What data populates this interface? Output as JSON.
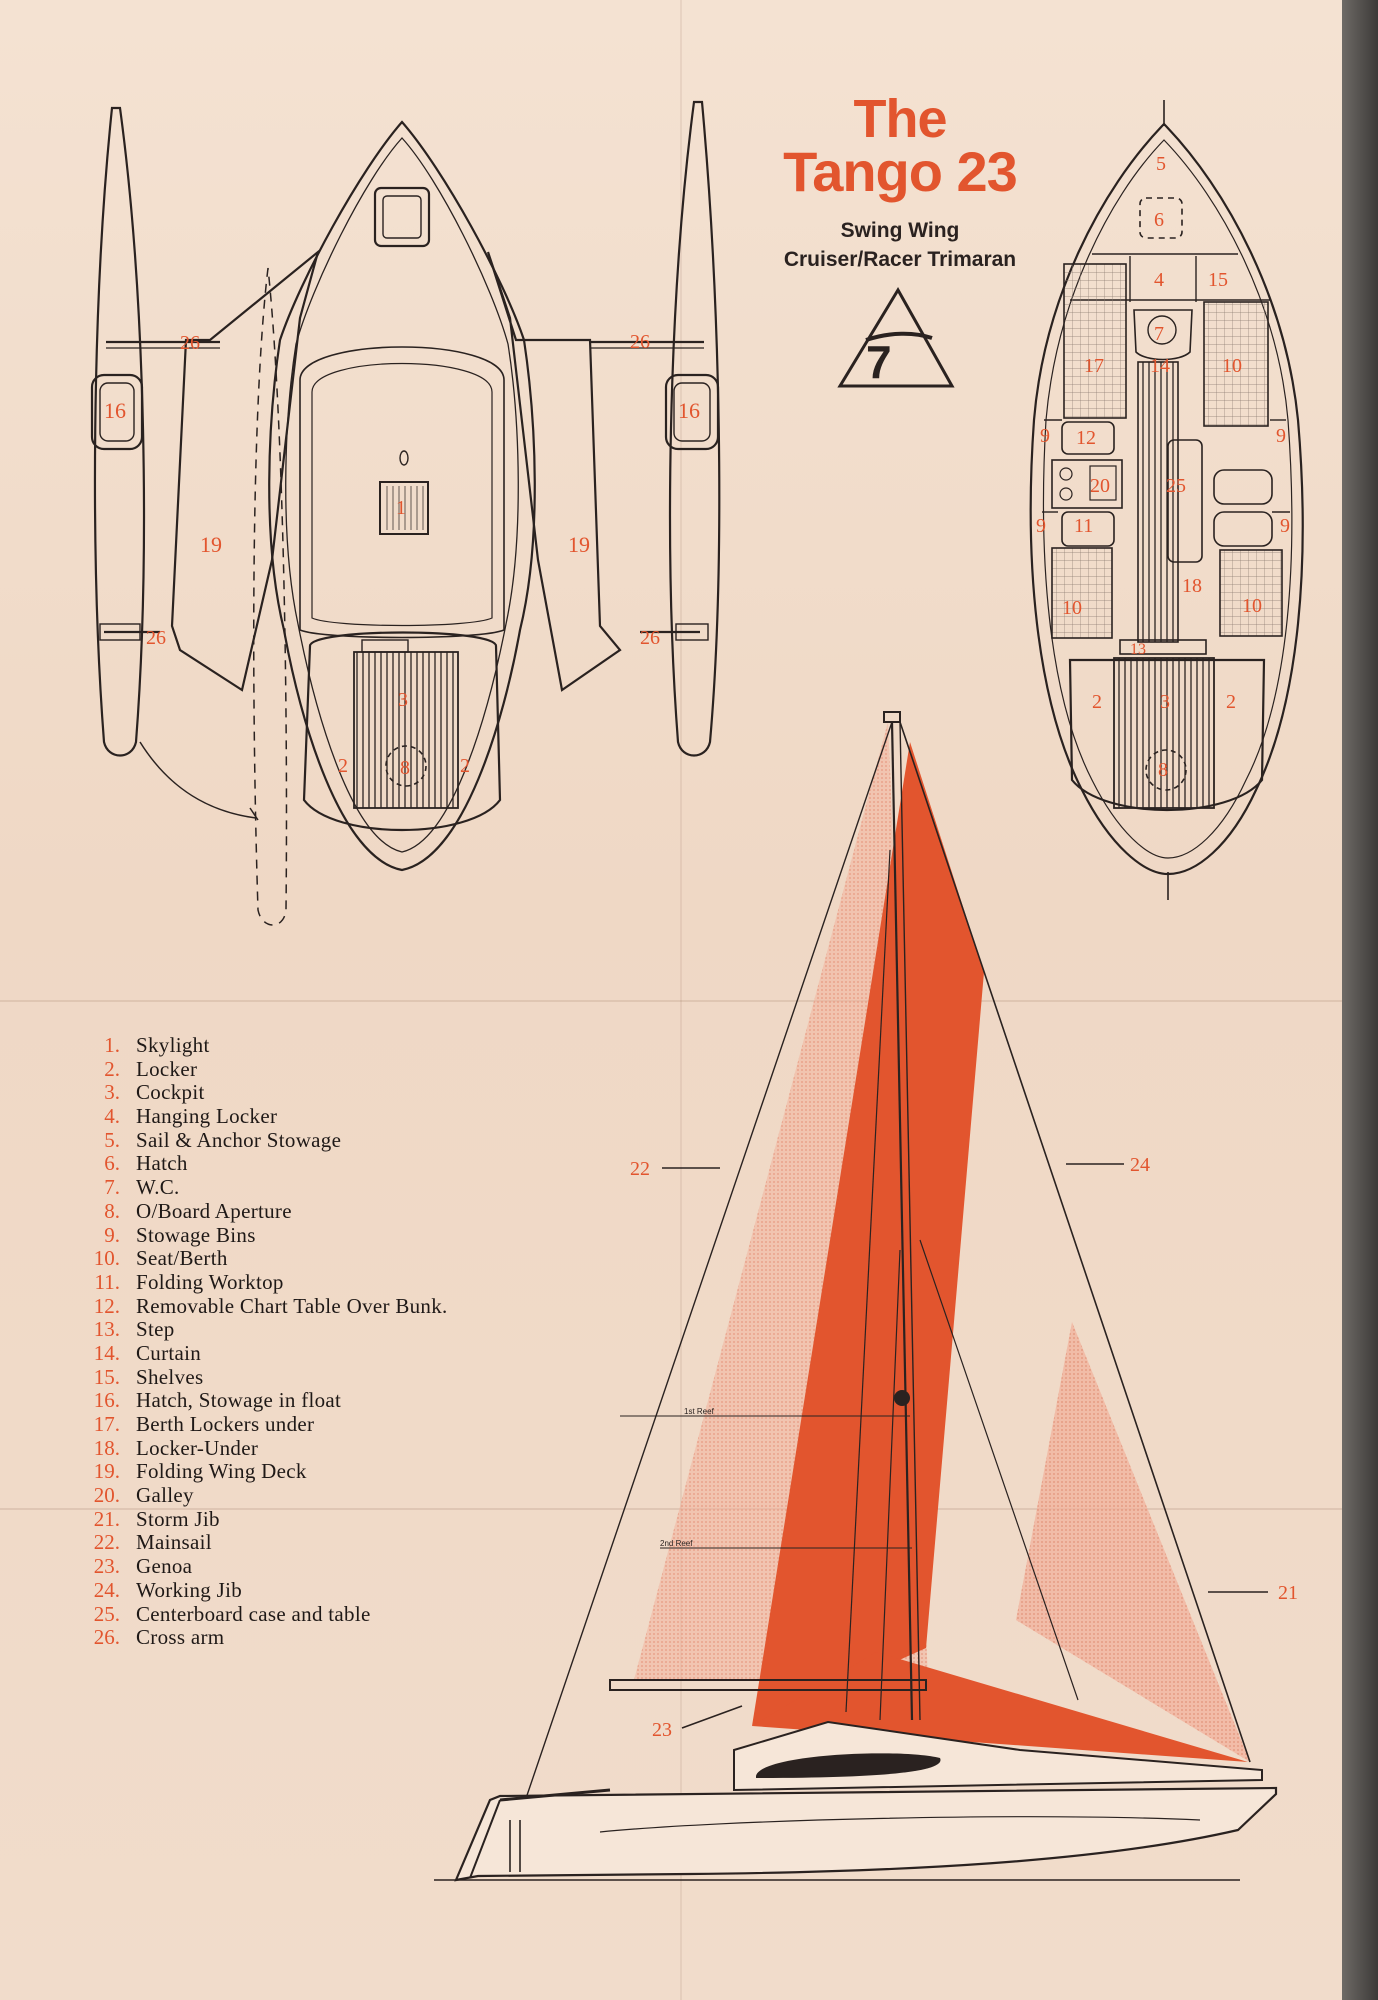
{
  "title": {
    "line1": "The",
    "line2": "Tango 23",
    "subtitle1": "Swing Wing",
    "subtitle2": "Cruiser/Racer Trimaran"
  },
  "logo": {
    "mark": "7"
  },
  "legend": [
    {
      "num": "1.",
      "text": "Skylight"
    },
    {
      "num": "2.",
      "text": "Locker"
    },
    {
      "num": "3.",
      "text": "Cockpit"
    },
    {
      "num": "4.",
      "text": "Hanging Locker"
    },
    {
      "num": "5.",
      "text": "Sail & Anchor Stowage"
    },
    {
      "num": "6.",
      "text": "Hatch"
    },
    {
      "num": "7.",
      "text": "W.C."
    },
    {
      "num": "8.",
      "text": "O/Board Aperture"
    },
    {
      "num": "9.",
      "text": "Stowage Bins"
    },
    {
      "num": "10.",
      "text": "Seat/Berth"
    },
    {
      "num": "11.",
      "text": "Folding Worktop"
    },
    {
      "num": "12.",
      "text": "Removable Chart Table Over Bunk."
    },
    {
      "num": "13.",
      "text": "Step"
    },
    {
      "num": "14.",
      "text": "Curtain"
    },
    {
      "num": "15.",
      "text": "Shelves"
    },
    {
      "num": "16.",
      "text": "Hatch, Stowage in float"
    },
    {
      "num": "17.",
      "text": "Berth Lockers under"
    },
    {
      "num": "18.",
      "text": "Locker-Under"
    },
    {
      "num": "19.",
      "text": "Folding Wing Deck"
    },
    {
      "num": "20.",
      "text": "Galley"
    },
    {
      "num": "21.",
      "text": "Storm Jib"
    },
    {
      "num": "22.",
      "text": "Mainsail"
    },
    {
      "num": "23.",
      "text": "Genoa"
    },
    {
      "num": "24.",
      "text": "Working Jib"
    },
    {
      "num": "25.",
      "text": "Centerboard case and table"
    },
    {
      "num": "26.",
      "text": "Cross arm"
    }
  ],
  "deck_plan": {
    "labels": [
      "26",
      "26",
      "26",
      "26",
      "16",
      "16",
      "19",
      "19",
      "1",
      "3",
      "2",
      "2",
      "8"
    ]
  },
  "accommodation_plan": {
    "labels": [
      "5",
      "6",
      "4",
      "15",
      "7",
      "17",
      "14",
      "10",
      "12",
      "9",
      "9",
      "20",
      "25",
      "11",
      "9",
      "9",
      "10",
      "18",
      "10",
      "13",
      "2",
      "3",
      "2",
      "8"
    ]
  },
  "sail_plan": {
    "callouts": [
      "22",
      "24",
      "21",
      "23"
    ],
    "reef_labels": [
      "1st Reef",
      "2nd Reef"
    ]
  },
  "colors": {
    "accent": "#e2552e",
    "sail_dark": "#e2552e",
    "sail_light": "#f2b29c",
    "ink": "#2a2220",
    "paper": "#f0dac8"
  }
}
